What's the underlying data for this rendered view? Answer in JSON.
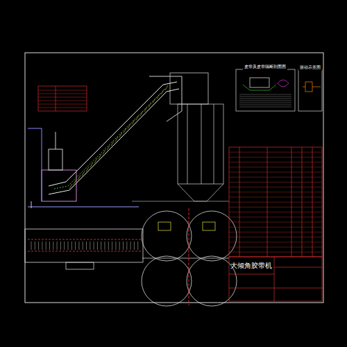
{
  "diagram": {
    "title": "大倾角胶带机",
    "nodes": [
      {
        "text": [
          "皮带及皮带隔断剖面图"
        ]
      },
      {
        "text": [
          "驱动示意图"
        ]
      }
    ],
    "labels": []
  }
}
